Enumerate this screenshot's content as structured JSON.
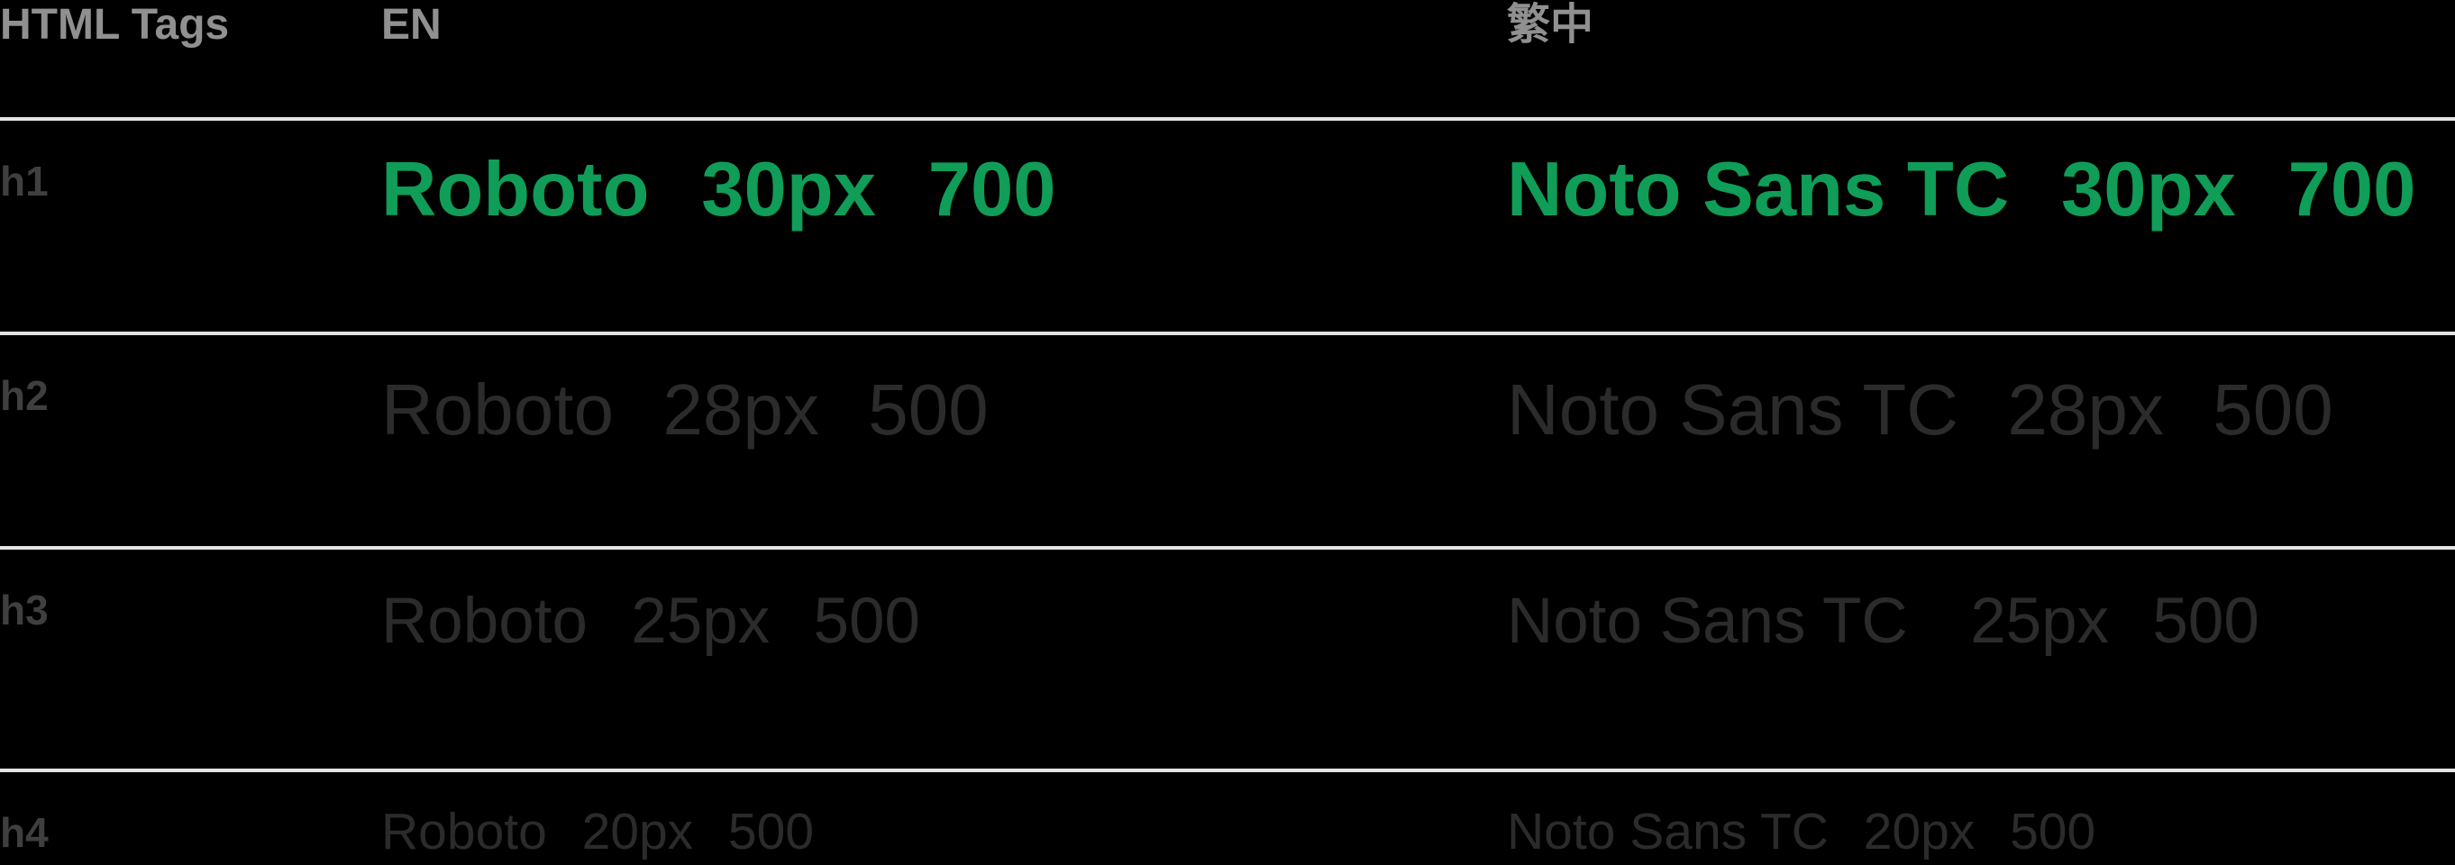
{
  "table": {
    "columns": [
      {
        "label": "HTML Tags"
      },
      {
        "label": "EN"
      },
      {
        "label": "繁中"
      }
    ],
    "rows": [
      {
        "tag": "h1",
        "en": {
          "font": "Roboto",
          "size": "30px",
          "weight": "700"
        },
        "tc": {
          "font": "Noto Sans TC",
          "size": "30px",
          "weight": "700"
        }
      },
      {
        "tag": "h2",
        "en": {
          "font": "Roboto",
          "size": "28px",
          "weight": "500"
        },
        "tc": {
          "font": "Noto Sans TC",
          "size": "28px",
          "weight": "500"
        }
      },
      {
        "tag": "h3",
        "en": {
          "font": "Roboto",
          "size": "25px",
          "weight": "500"
        },
        "tc": {
          "font": "Noto Sans TC",
          "size": "25px",
          "weight": "500"
        }
      },
      {
        "tag": "h4",
        "en": {
          "font": "Roboto",
          "size": "20px",
          "weight": "500"
        },
        "tc": {
          "font": "Noto Sans TC",
          "size": "20px",
          "weight": "500"
        }
      }
    ]
  },
  "colors": {
    "background": "#000000",
    "header_text": "#909090",
    "row_label_text": "#3f3f3f",
    "body_text": "#2b2b2b",
    "h1_accent_text": "#0f9d58",
    "divider": "#e3e3e3"
  }
}
